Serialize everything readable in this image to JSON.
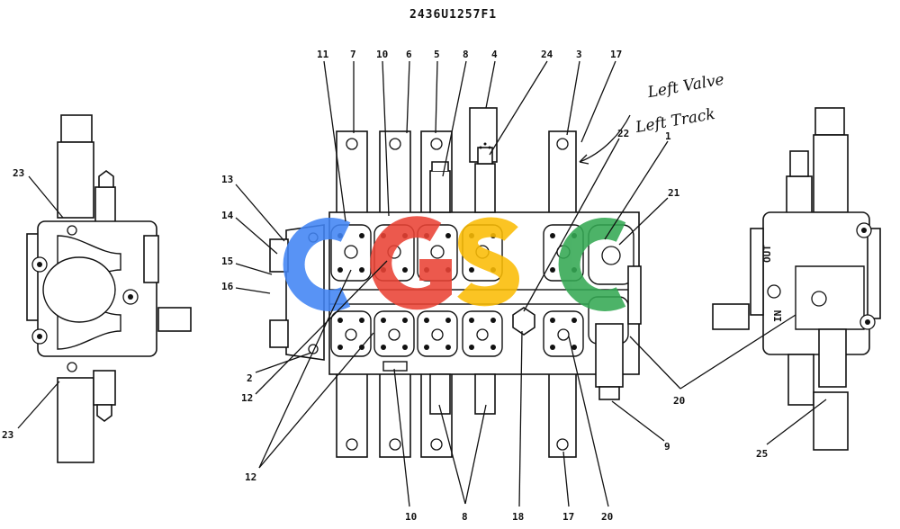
{
  "drawing": {
    "title": "2436U1257F1",
    "handwritten_note_line1": "Left Valve",
    "handwritten_note_line2": "Left Track",
    "watermark": {
      "text": "CGSC",
      "colors": [
        "#4285F4",
        "#EA4335",
        "#FBBC05",
        "#34A853"
      ]
    }
  },
  "callouts": {
    "top": [
      "11",
      "7",
      "10",
      "6",
      "5",
      "8",
      "4",
      "24",
      "3",
      "17"
    ],
    "left": [
      "13",
      "14",
      "15",
      "16",
      "2",
      "12",
      "12"
    ],
    "bottom": [
      "10",
      "8",
      "18",
      "17",
      "20"
    ],
    "right": [
      "22",
      "1",
      "21",
      "9",
      "20",
      "25"
    ],
    "left_view": [
      "23",
      "23"
    ],
    "right_view_text": [
      "OUT",
      "IN"
    ]
  }
}
